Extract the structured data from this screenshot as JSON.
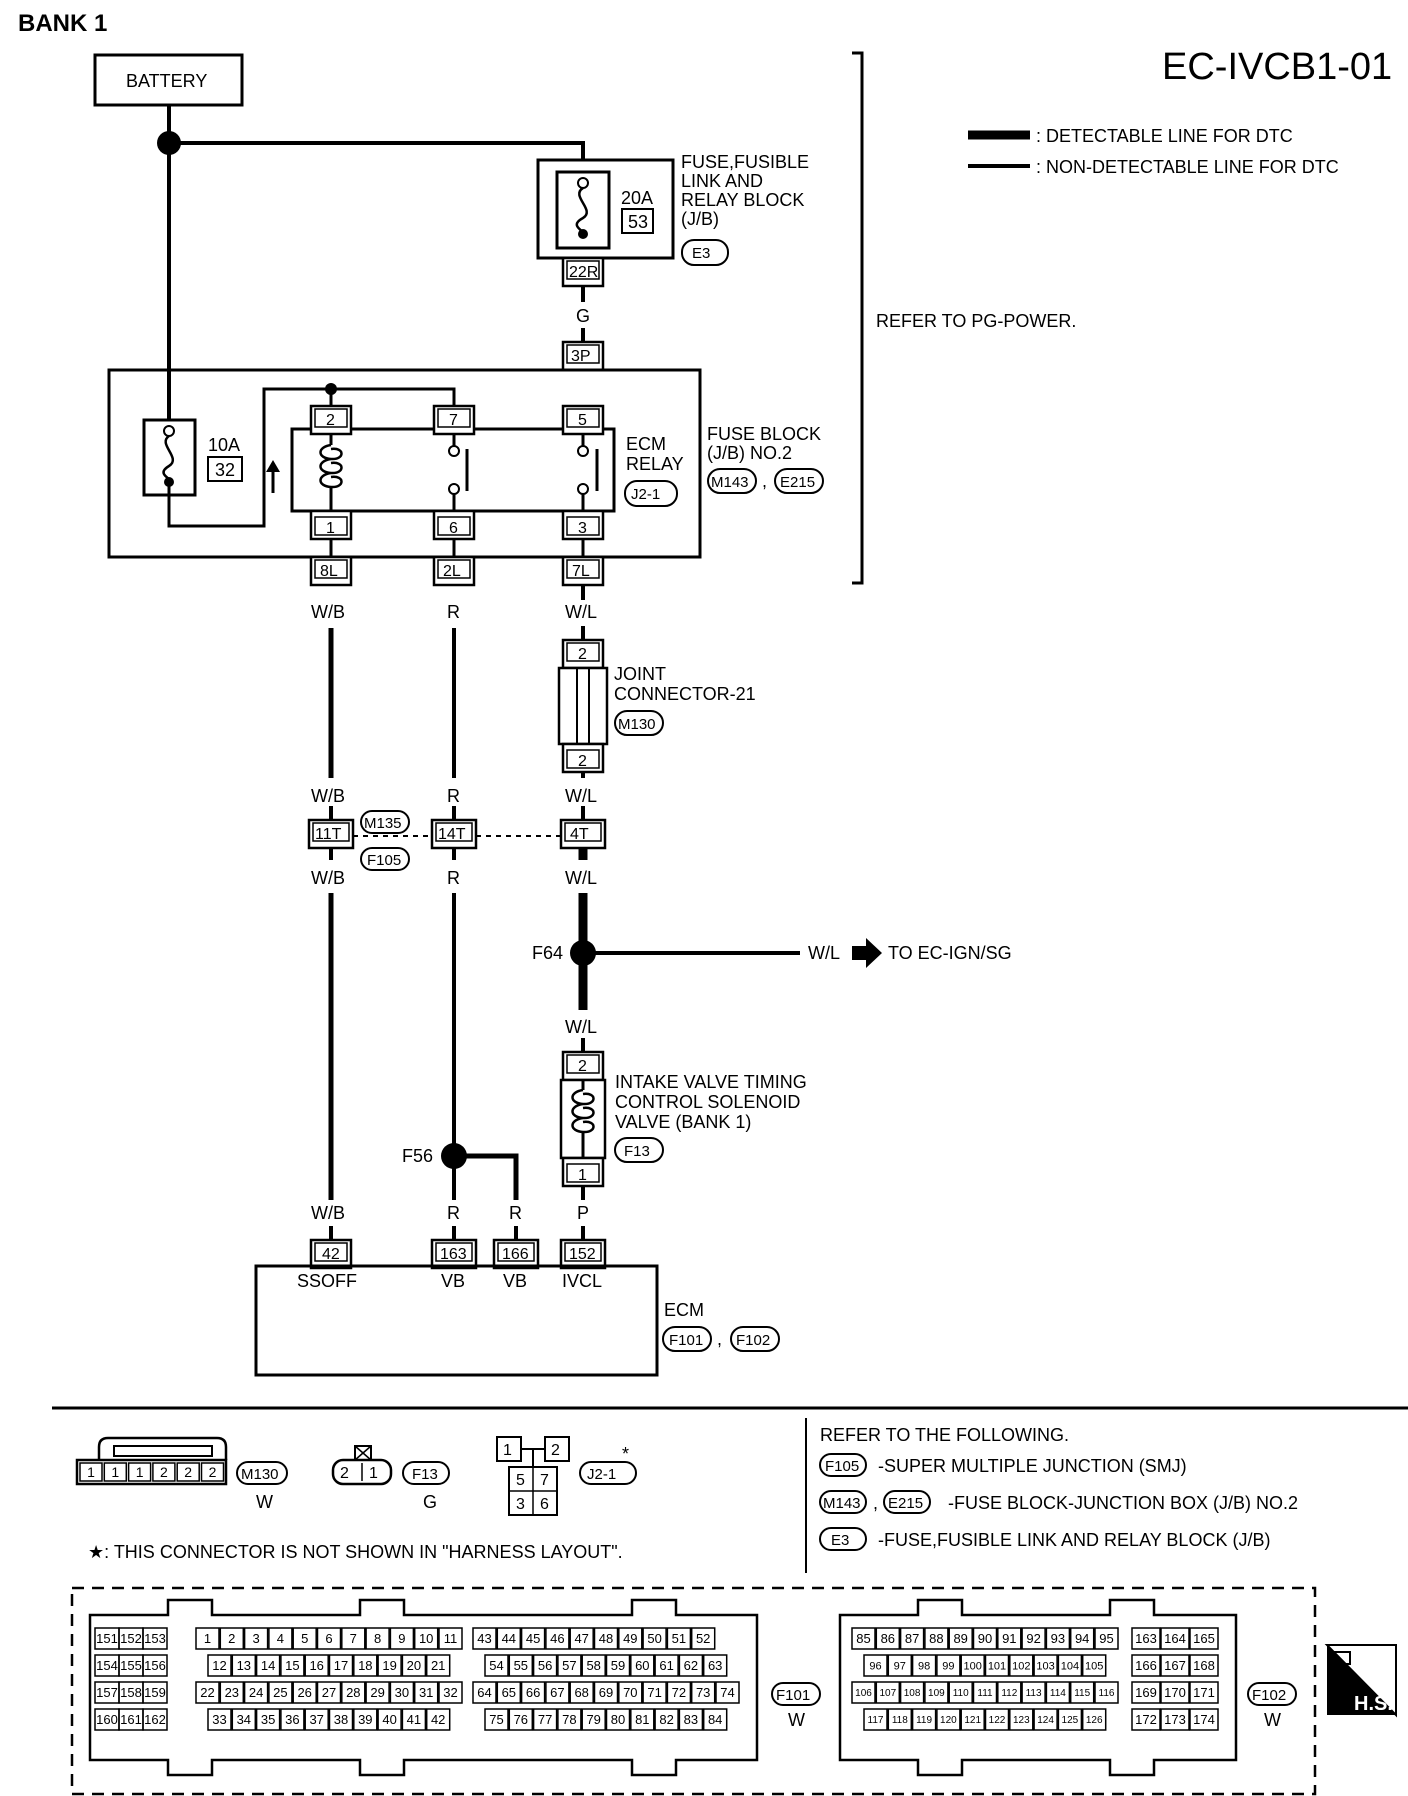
{
  "header": {
    "bank": "BANK 1",
    "code": "EC-IVCB1-01"
  },
  "legend": {
    "detectable": ": DETECTABLE LINE FOR DTC",
    "non_detectable": ": NON-DETECTABLE LINE FOR DTC"
  },
  "battery": "BATTERY",
  "refer_pg": "REFER TO PG-POWER.",
  "fuse_link_block": {
    "name": [
      "FUSE,FUSIBLE",
      "LINK AND",
      "RELAY BLOCK",
      "(J/B)"
    ],
    "connector": "E3",
    "fuse_rating": "20A",
    "fuse_no": "53",
    "terminal": "22R"
  },
  "fuse_block2": {
    "name": [
      "FUSE BLOCK",
      "(J/B) NO.2"
    ],
    "connectors": [
      "M143",
      "E215"
    ],
    "fuse_rating": "10A",
    "fuse_no": "32",
    "in_terminal": "3P",
    "out_terminals": [
      "8L",
      "2L",
      "7L"
    ]
  },
  "ecm_relay": {
    "name": [
      "ECM",
      "RELAY"
    ],
    "connector": "J2-1",
    "top_pins": [
      "2",
      "7",
      "5"
    ],
    "bottom_pins": [
      "1",
      "6",
      "3"
    ]
  },
  "joint_connector": {
    "name": [
      "JOINT",
      "CONNECTOR-21"
    ],
    "connector": "M130",
    "pins": [
      "2",
      "2"
    ]
  },
  "smj": {
    "connectors": [
      "M135",
      "F105"
    ],
    "pins": [
      "11T",
      "14T",
      "4T"
    ]
  },
  "splices": {
    "f64": "F64",
    "f56": "F56"
  },
  "to_ign": {
    "color": "W/L",
    "text": "TO EC-IGN/SG"
  },
  "solenoid": {
    "name": [
      "INTAKE VALVE TIMING",
      "CONTROL SOLENOID",
      "VALVE (BANK 1)"
    ],
    "connector": "F13",
    "pins": [
      "2",
      "1"
    ]
  },
  "wires": {
    "g": "G",
    "wb": "W/B",
    "r": "R",
    "wl": "W/L",
    "p": "P"
  },
  "ecm": {
    "name": "ECM",
    "connectors": [
      "F101",
      "F102"
    ],
    "pins": [
      "42",
      "163",
      "166",
      "152"
    ],
    "pin_names": [
      "SSOFF",
      "VB",
      "VB",
      "IVCL"
    ]
  },
  "comma": ",",
  "star": "*",
  "footer": {
    "m130_pins": [
      "1",
      "1",
      "1",
      "2",
      "2",
      "2"
    ],
    "m130_conn": "M130",
    "m130_color": "W",
    "f13_pins": [
      "2",
      "1"
    ],
    "f13_conn": "F13",
    "f13_color": "G",
    "j21_pins": [
      "1",
      "2",
      "5",
      "7",
      "3",
      "6"
    ],
    "j21_conn": "J2-1",
    "note": "★: THIS CONNECTOR IS NOT SHOWN IN \"HARNESS LAYOUT\".",
    "refer_title": "REFER TO THE FOLLOWING.",
    "refer_items": [
      {
        "conns": [
          "F105"
        ],
        "text": "-SUPER MULTIPLE JUNCTION (SMJ)"
      },
      {
        "conns": [
          "M143",
          "E215"
        ],
        "text": "-FUSE BLOCK-JUNCTION BOX (J/B) NO.2"
      },
      {
        "conns": [
          "E3"
        ],
        "text": "-FUSE,FUSIBLE LINK AND RELAY BLOCK (J/B)"
      }
    ],
    "f101_conn": "F101",
    "f101_color": "W",
    "f102_conn": "F102",
    "f102_color": "W",
    "hs": "H.S."
  },
  "colors": {
    "line": "#000000",
    "background": "#ffffff"
  },
  "icons": [
    "fuse-icon",
    "relay-coil-icon",
    "relay-switch-icon",
    "solenoid-icon",
    "splice-dot-icon",
    "arrow-right-icon",
    "harness-icon"
  ]
}
